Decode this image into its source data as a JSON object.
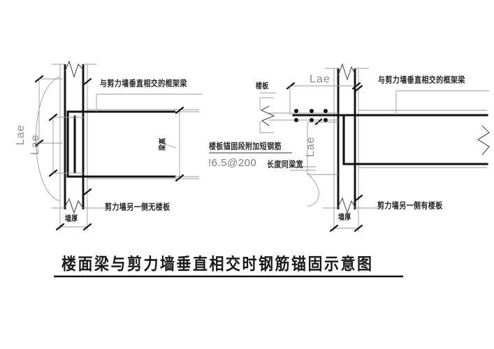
{
  "document": {
    "title": "楼面梁与剪力墙垂直相交时钢筋锚固示意图",
    "background_color": "#ffffff",
    "ink_color": "#111111",
    "dimension_color": "#8d8d8d"
  },
  "left_detail": {
    "name": "剪力墙另一侧无楼板",
    "labels": {
      "frame_beam": "与剪力墙垂直相交的框架梁",
      "no_slab_side": "剪力墙另一侧无楼板",
      "wall_thickness": "墙厚",
      "beam_depth": "梁高",
      "anchor_upper": "Lae",
      "anchor_lower": "Lae"
    }
  },
  "right_detail": {
    "name": "剪力墙另一侧有楼板",
    "labels": {
      "slab": "楼板",
      "frame_beam": "与剪力墙垂直相交的框架梁",
      "has_slab_side": "剪力墙另一侧有楼板",
      "wall_thickness": "墙厚",
      "anchor_horizontal": "Lae",
      "anchor_vertical": "Lae"
    },
    "rebar_dots": 6
  },
  "center_note": {
    "line1": "楼板锚固段附加短钢筋",
    "line2_spec": "!6.5@200",
    "line2_cn": "长度同梁宽"
  }
}
